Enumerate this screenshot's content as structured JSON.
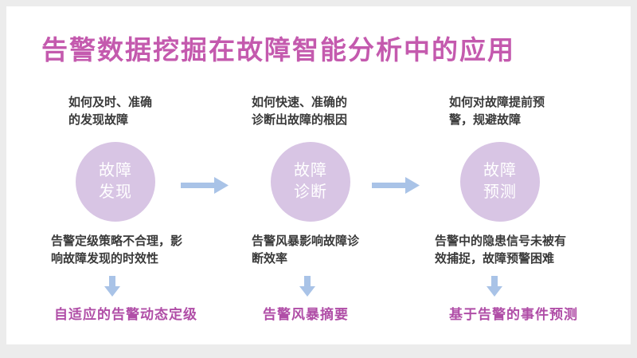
{
  "slide": {
    "title": "告警数据挖掘在故障智能分析中的应用",
    "columns": [
      {
        "question": [
          "如何及时、准确",
          "的发现故障"
        ],
        "circle": [
          "故障",
          "发现"
        ],
        "problem": [
          "告警定级策略不合理，影",
          "响故障发现的时效性"
        ],
        "solution": "自适应的告警动态定级"
      },
      {
        "question": [
          "如何快速、准确的",
          "诊断出故障的根因"
        ],
        "circle": [
          "故障",
          "诊断"
        ],
        "problem": [
          "告警风暴影响故障诊",
          "断效率"
        ],
        "solution": "告警风暴摘要"
      },
      {
        "question": [
          "如何对故障提前预",
          "警，规避故障"
        ],
        "circle": [
          "故障",
          "预测"
        ],
        "problem": [
          "告警中的隐患信号未被有",
          "效捕捉，故障预警困难"
        ],
        "solution": "基于告警的事件预测"
      }
    ]
  },
  "colors": {
    "page_bg": "#ececec",
    "slide_bg": "#ffffff",
    "title": "#c45aae",
    "body_text": "#3a3a3a",
    "circle_fill": "#d8c5e4",
    "circle_text": "#ffffff",
    "arrow": "#a9c3e7",
    "solution": "#b04ea7"
  }
}
